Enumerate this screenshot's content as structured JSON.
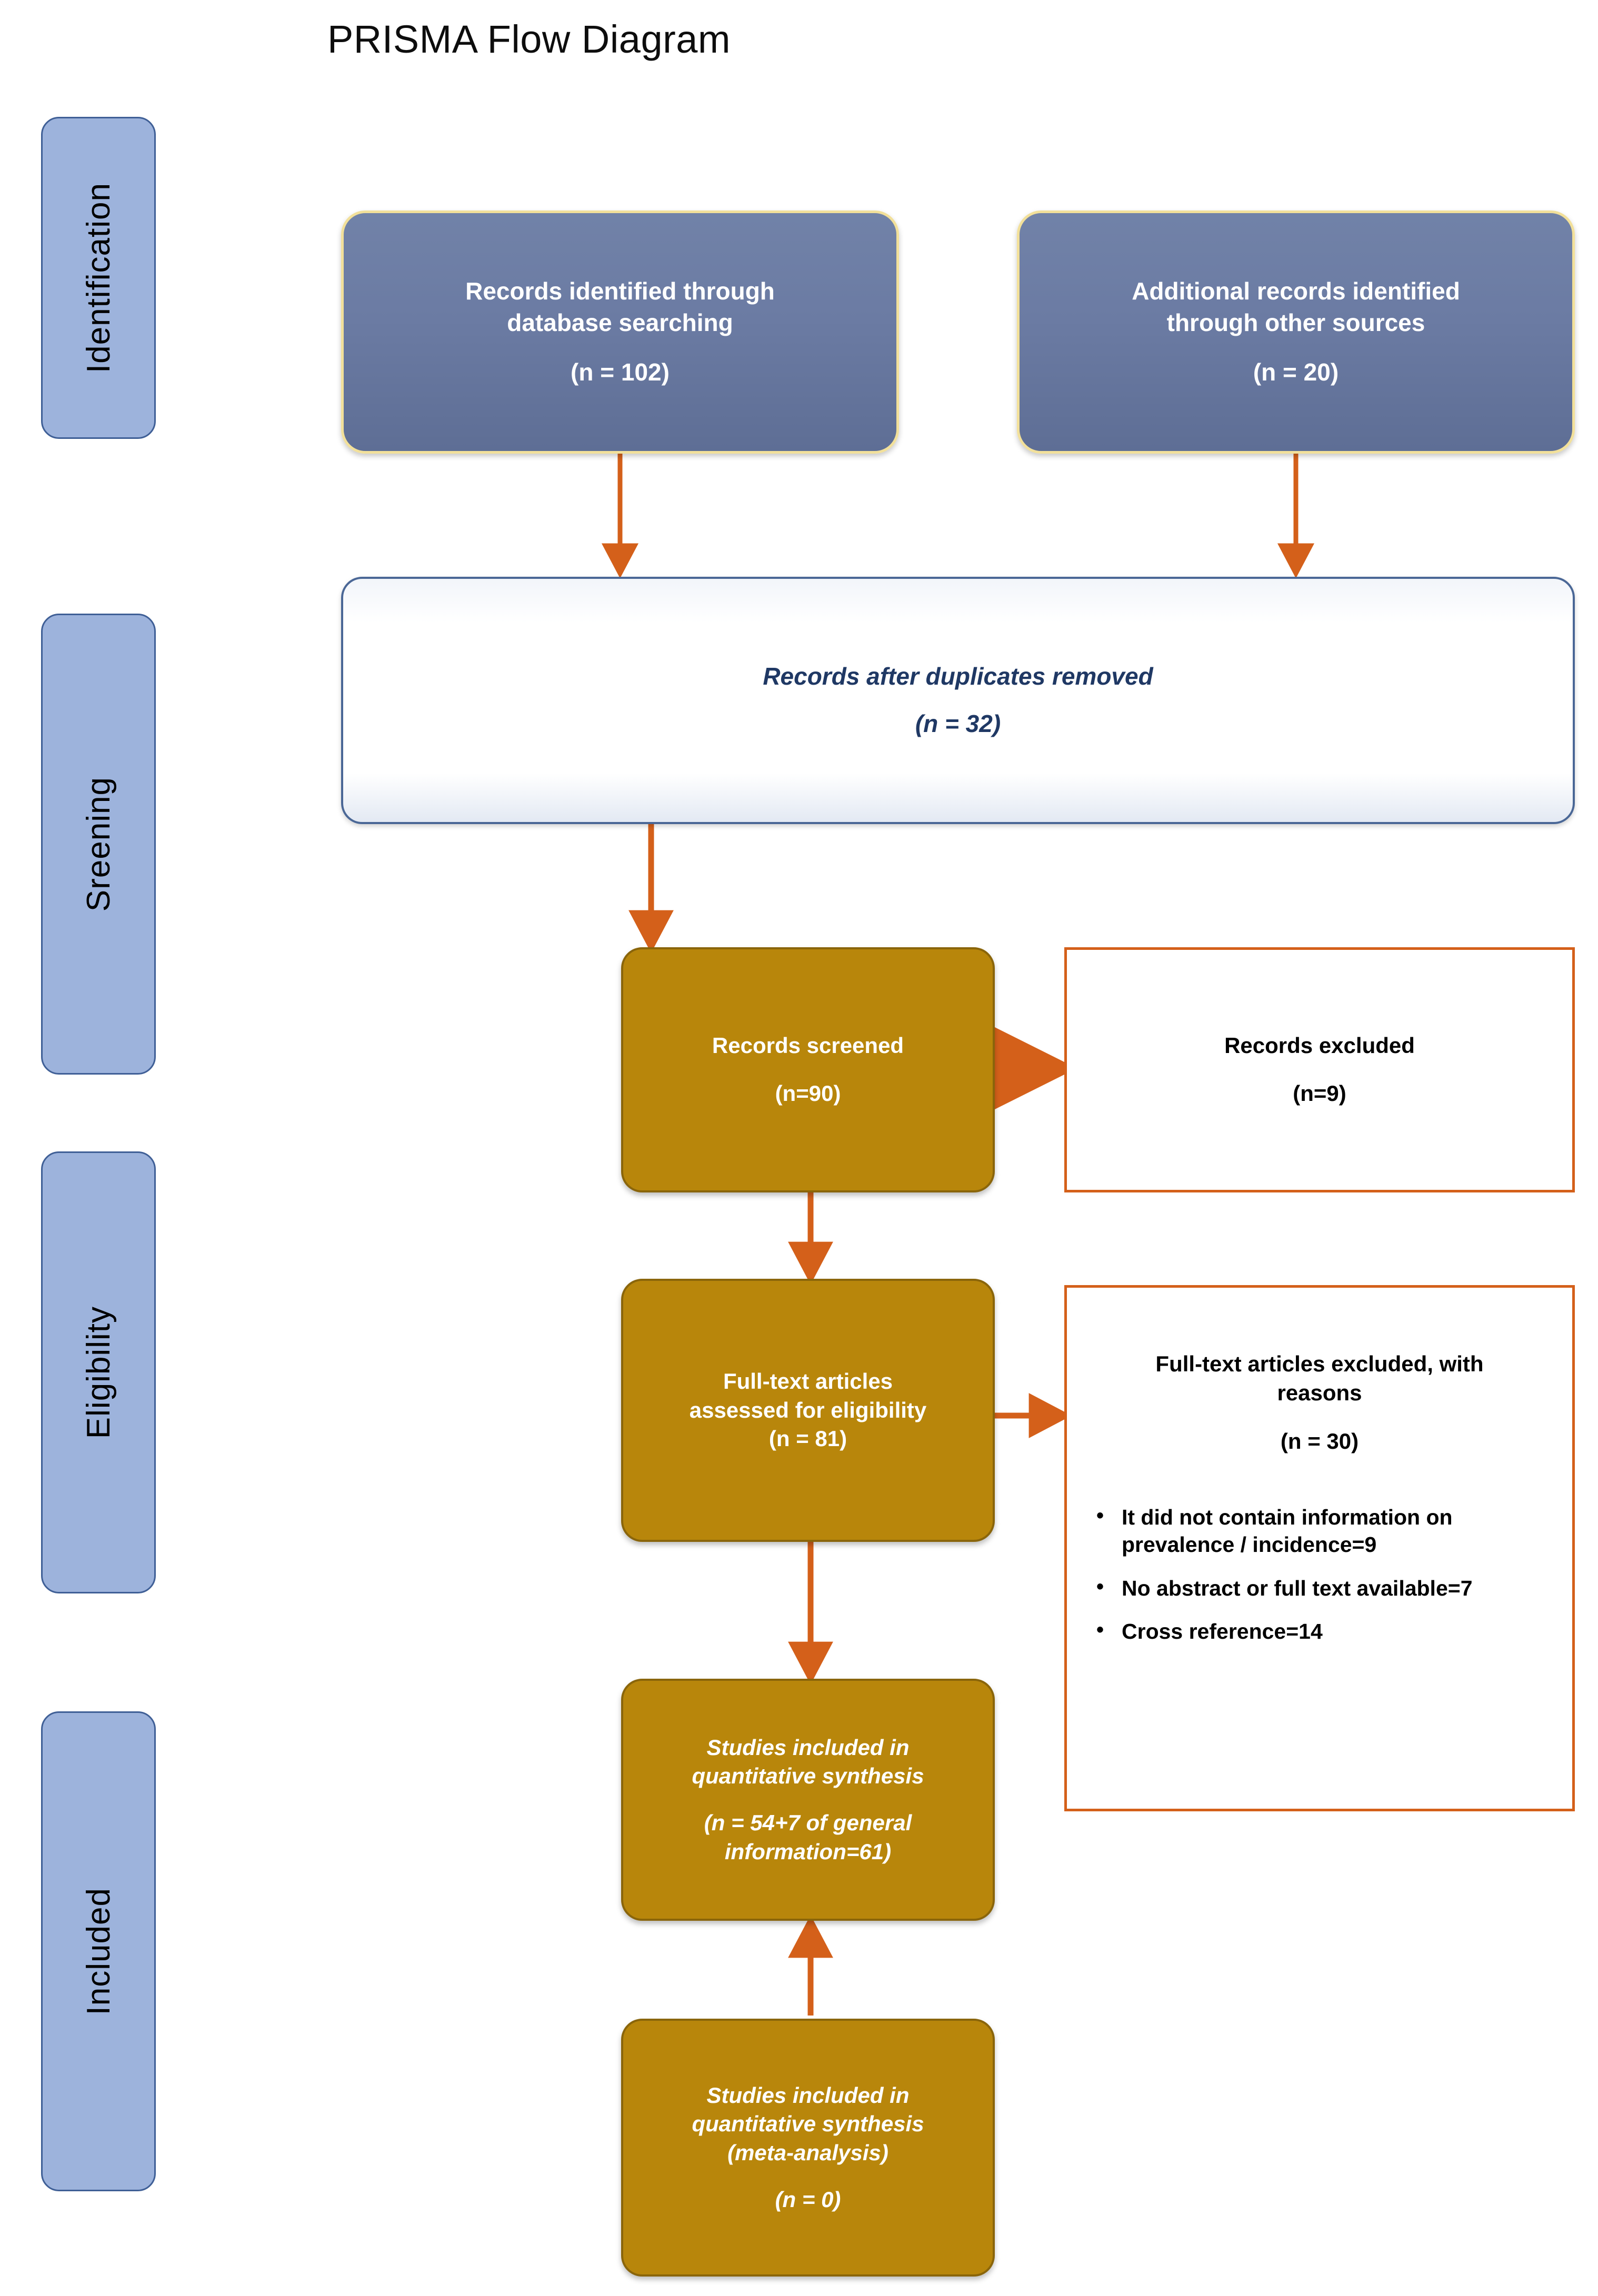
{
  "title": "PRISMA Flow Diagram",
  "colors": {
    "identification_box": "#6B7BA3",
    "identification_border": "#F2E09A",
    "stage_label_fill": "#9DB3DC",
    "stage_label_border": "#3F5F96",
    "process_box": "#B8860B",
    "exclusion_border": "#D4601A",
    "arrow": "#D4601A",
    "duplicates_text": "#1F3864"
  },
  "stages": [
    {
      "label": "Identification"
    },
    {
      "label": "Sreening"
    },
    {
      "label": "Eligibility"
    },
    {
      "label": "Included"
    }
  ],
  "nodes": {
    "db_search": {
      "line1": "Records identified through",
      "line2": "database searching",
      "count": "(n = 102)"
    },
    "other_sources": {
      "line1": "Additional  records identified",
      "line2": "through other sources",
      "count": "(n = 20)"
    },
    "duplicates_removed": {
      "line1": "Records after duplicates removed",
      "count": "(n = 32)"
    },
    "records_screened": {
      "line1": "Records screened",
      "count": "(n=90)"
    },
    "records_excluded": {
      "line1": "Records excluded",
      "count": "(n=9)"
    },
    "fulltext_assessed": {
      "line1": "Full-text articles",
      "line2": "assessed for eligibility",
      "count": "(n = 81)"
    },
    "fulltext_excluded": {
      "line1": "Full-text articles excluded, with",
      "line2": "reasons",
      "count": "(n = 30)",
      "reasons": [
        "It did not contain information on prevalence / incidence=9",
        "No abstract or full text available=7",
        "Cross reference=14"
      ]
    },
    "quantitative_synthesis": {
      "line1": "Studies included in",
      "line2": "quantitative synthesis",
      "count_line1": "(n = 54+7 of general",
      "count_line2": "information=61)"
    },
    "meta_analysis": {
      "line1": "Studies included in",
      "line2": "quantitative synthesis",
      "line3": "(meta-analysis)",
      "count": "(n = 0)"
    }
  }
}
